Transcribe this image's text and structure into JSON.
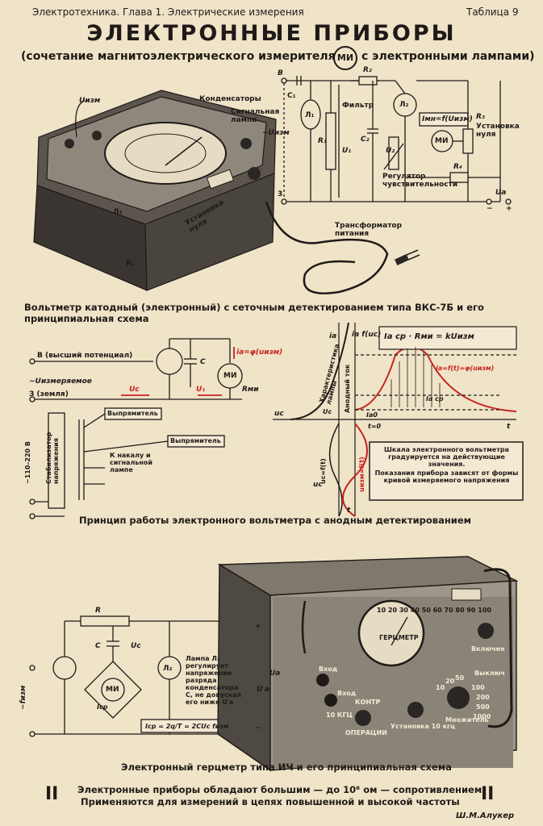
{
  "header": {
    "left": "Электротехника.  Глава 1. Электрические измерения",
    "right": "Таблица 9"
  },
  "title": "ЭЛЕКТРОННЫЕ  ПРИБОРЫ",
  "subtitle_part1": "(сочетание магнитоэлектрического измерителя",
  "subtitle_mi": "МИ",
  "subtitle_part2": "с электронными лампами)",
  "section1": {
    "labels": {
      "uizm": "Uизм",
      "condensers": "Конденсаторы",
      "signal_lamp": "Сигнальная лампа",
      "ustanovka_nulya": "Установка нуля",
      "l2": "Л₂",
      "r1": "R₁",
      "transformer": "Трансформатор питания",
      "b": "В",
      "c1": "C₁",
      "l1": "Л₁",
      "r1s": "R₁",
      "u1": "U₁",
      "r2": "R₂",
      "filter": "Фильтр",
      "c2": "C₂",
      "l2s": "Л₂",
      "formula": "Iмн=f(Uизм)",
      "r3": "R₃",
      "zero_set": "Установка нуля",
      "mi": "МИ",
      "uz": "U₂",
      "regulator": "Регулятор чувствительности",
      "r4": "R₄",
      "ua": "Uа",
      "tilde_uizm": "~Uизм",
      "three": "3",
      "minus": "−",
      "plus": "+"
    },
    "caption": "Вольтметр катодный (электронный) с сеточным детектированием типа ВКС-7Б и его принципиальная схема"
  },
  "section2": {
    "labels": {
      "b_high": "В (высший потенциал)",
      "u_measured": "~Uизмеряемое",
      "ground": "З (земля)",
      "c": "C",
      "ia_phi": "iа=φ(uизм)",
      "mi": "МИ",
      "rmi": "Rми",
      "uc": "Uс",
      "u1": "U₁",
      "rect1": "Выпрямитель",
      "rect2": "Выпрямитель",
      "stabilizer": "Стабилизатор напряжения",
      "voltage": "~110–220 В",
      "to_heater": "К накалу и сигнальной лампе",
      "ia": "iа",
      "iaf": "iа f(uс)",
      "char": "Характеристика лампы",
      "anode_current": "Анодный ток",
      "formula": "Iа ср · Rми = kUизм",
      "iat": "iа=f(t)=φ(uизм)",
      "iacp": "Iа ср",
      "ia0": "Iа0",
      "t0": "t=0",
      "t": "t",
      "uc_axis": "uс",
      "uc0": "Uс",
      "ucft": "uс=f(t)",
      "uizm_ft": "uизм=f(t)",
      "uc_low": "uс",
      "t_low": "t",
      "scale_note": "Шкала электронного вольтметра градуируется на действующие значения.",
      "readings_note": "Показания прибора зависят от формы кривой измеряемого напряжения"
    },
    "caption": "Принцип работы электронного вольтметра с анодным детектированием"
  },
  "section3": {
    "labels": {
      "r": "R",
      "c": "C",
      "uc": "Uс",
      "mi": "МИ",
      "icp": "Iср",
      "l2": "Л₂",
      "lamp_note": "Лампа Л₂ регулирует напряжение разряда конденсатора С, не допуская его ниже U′а",
      "formula": "Iср = 2q/T = 2CUс fизм",
      "ua": "Uа",
      "ua2": "U′а",
      "fizm": "~fизм",
      "plus": "+",
      "minus": "−"
    },
    "device": {
      "meter_label": "ГЕРЦМЕТР",
      "scale": "10 20 30 40 50 60 70 80 90 100",
      "vhod": "Вход",
      "vhod2": "Вход",
      "kontr": "КОНТР",
      "operations": "ОПЕРАЦИИ",
      "ustanovka": "Установка 10 кгц",
      "kgc": "10 КГЦ",
      "vklyucheno": "Включен",
      "vyklyucheno": "Выключ",
      "multiplier": "Множитель",
      "mult_values": [
        "10",
        "20",
        "50",
        "100",
        "200",
        "500",
        "1000"
      ]
    },
    "caption": "Электронный герцметр типа ИЧ и его принципиальная схема"
  },
  "footer": {
    "line1": "Электронные приборы обладают большим — до 10⁶ ом — сопротивлением.",
    "line2": "Применяются для измерений в цепях повышенной и высокой частоты",
    "roman_left": "II",
    "roman_right": "II",
    "author": "Ш.М.Алукер"
  }
}
